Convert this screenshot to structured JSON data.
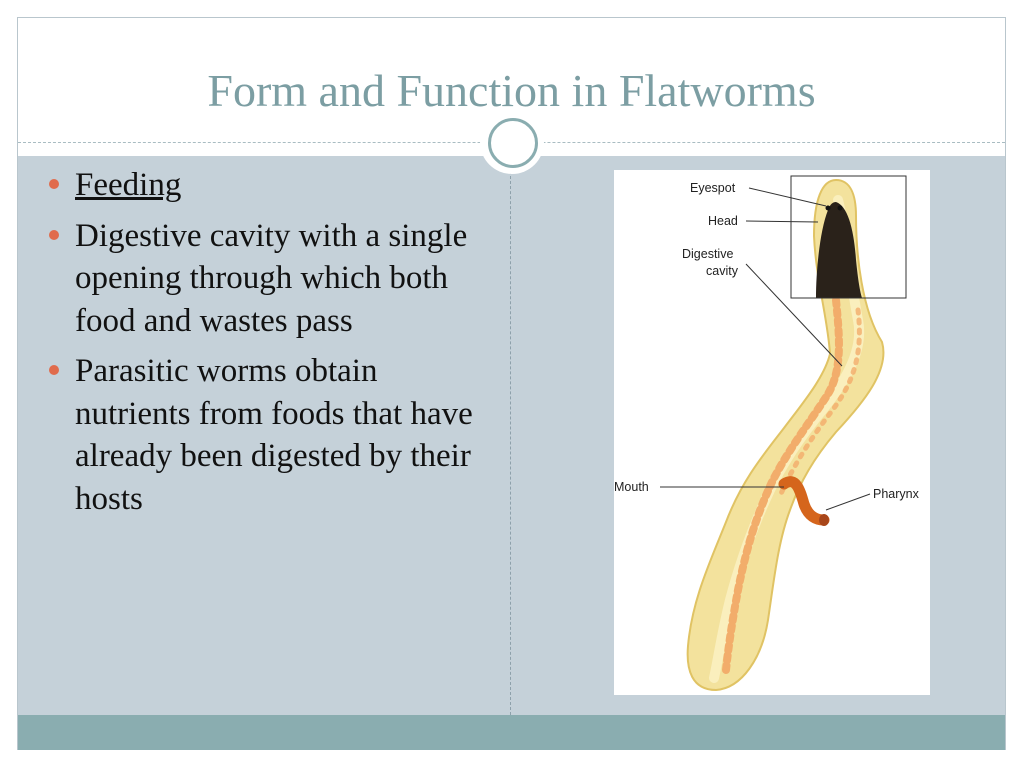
{
  "slide": {
    "title": "Form and Function in Flatworms",
    "bullets": [
      "Feeding",
      "Digestive cavity with a single opening through which both food and wastes pass",
      "Parasitic worms obtain nutrients from foods that have already been digested by their hosts"
    ]
  },
  "figure": {
    "labels": {
      "eyespot": "Eyespot",
      "head": "Head",
      "digestive_line1": "Digestive",
      "digestive_line2": "cavity",
      "mouth": "Mouth",
      "pharynx": "Pharynx"
    }
  },
  "colors": {
    "title": "#7c9ea3",
    "content_bg": "#c5d1d9",
    "footer": "#8aadb0",
    "bullet": "#e06b4c"
  }
}
